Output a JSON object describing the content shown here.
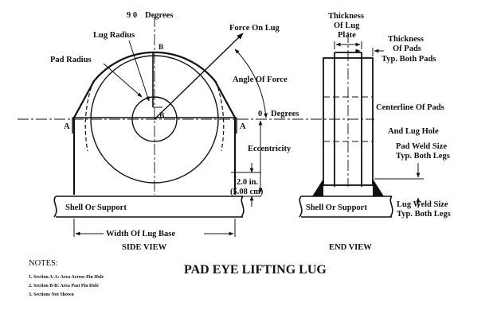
{
  "labels": {
    "deg90": "9 0",
    "degrees_top": "Degrees",
    "lug_radius": "Lug Radius",
    "pad_radius": "Pad Radius",
    "force_on_lug": "Force On Lug",
    "angle_of_force": "Angle Of Force",
    "deg0": "0",
    "degrees_right": "Degrees",
    "eccentricity": "Eccentricity",
    "dim_in": "2.0 in.",
    "dim_cm": "(5.08 cm)",
    "section_a": "A",
    "section_b": "B",
    "shell_left": "Shell Or Support",
    "shell_right": "Shell Or Support",
    "width_of_lug_base": "Width Of Lug Base",
    "side_view": "SIDE VIEW",
    "end_view": "END VIEW",
    "thickness_lug_1": "Thickness",
    "thickness_lug_2": "Of Lug",
    "thickness_lug_3": "Plate",
    "thickness_pads_1": "Thickness",
    "thickness_pads_2": "Of Pads",
    "thickness_pads_3": "Typ. Both Pads",
    "centerline_pads": "Centerline Of Pads",
    "and_lug_hole": "And Lug Hole",
    "pad_weld_1": "Pad Weld Size",
    "pad_weld_2": "Typ. Both Legs",
    "lug_weld_1": "Lug Weld Size",
    "lug_weld_2": "Typ. Both Legs",
    "title": "PAD EYE LIFTING LUG"
  },
  "notes": {
    "heading": "NOTES:",
    "items": [
      "1. Section A-A:  Area Across Pin Hole",
      "2. Section B-B:  Area Past Pin Hole",
      "3. Sections Not Shown"
    ]
  }
}
